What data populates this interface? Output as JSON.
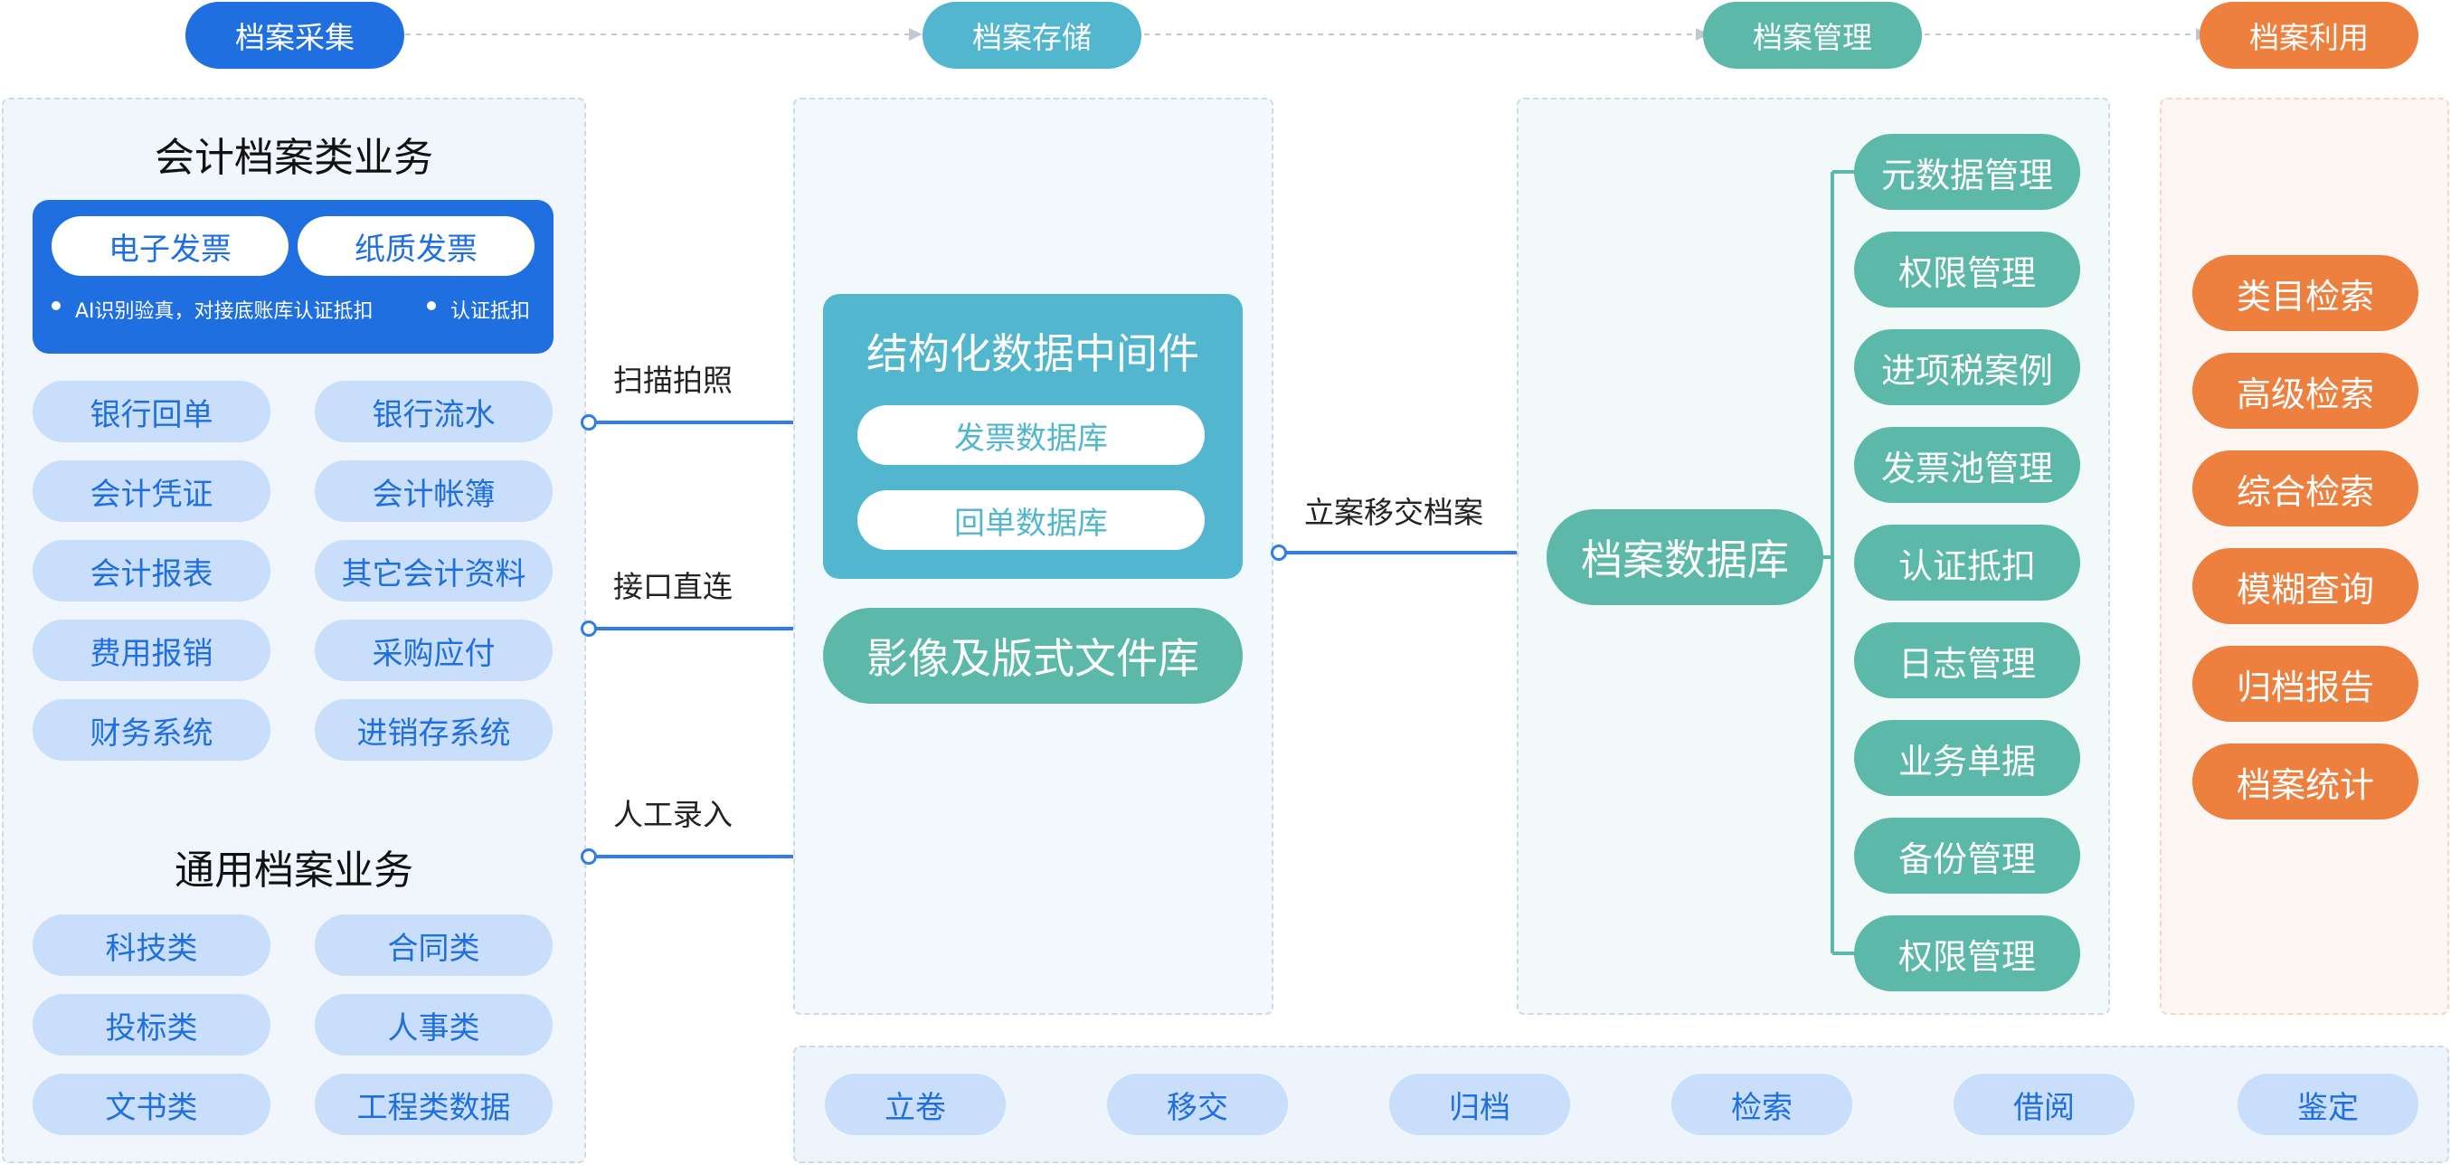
{
  "colors": {
    "blue": "#2f7de8",
    "stage_blue": "#1f6fe0",
    "stage_cyan": "#52b6cf",
    "stage_teal": "#5cb8a8",
    "stage_orange": "#ee803f",
    "pill_light_blue": "#c9defa"
  },
  "stages": [
    "档案采集",
    "档案存储",
    "档案管理",
    "档案利用"
  ],
  "left": {
    "accounting_title": "会计档案类业务",
    "invoice_tags": [
      "电子发票",
      "纸质发票"
    ],
    "invoice_notes": [
      "AI识别验真，对接底账库认证抵扣",
      "认证抵扣"
    ],
    "accounting_items": [
      "银行回单",
      "银行流水",
      "会计凭证",
      "会计帐簿",
      "会计报表",
      "其它会计资料",
      "费用报销",
      "采购应付",
      "财务系统",
      "进销存系统"
    ],
    "general_title": "通用档案业务",
    "general_items": [
      "科技类",
      "合同类",
      "投标类",
      "人事类",
      "文书类",
      "工程类数据"
    ]
  },
  "connectors": [
    "扫描拍照",
    "接口直连",
    "人工录入"
  ],
  "storage": {
    "middleware_title": "结构化数据中间件",
    "databases": [
      "发票数据库",
      "回单数据库"
    ],
    "image_library": "影像及版式文件库"
  },
  "transfer_label": "立案移交档案",
  "management": {
    "hub": "档案数据库",
    "items": [
      "元数据管理",
      "权限管理",
      "进项税案例",
      "发票池管理",
      "认证抵扣",
      "日志管理",
      "业务单据",
      "备份管理",
      "权限管理"
    ]
  },
  "utilization": [
    "类目检索",
    "高级检索",
    "综合检索",
    "模糊查询",
    "归档报告",
    "档案统计"
  ],
  "bottom_bar": [
    "立卷",
    "移交",
    "归档",
    "检索",
    "借阅",
    "鉴定"
  ]
}
